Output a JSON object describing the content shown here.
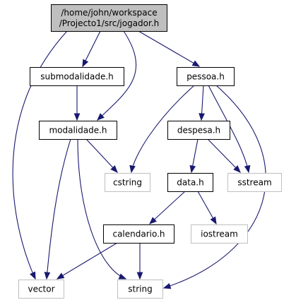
{
  "nodes": [
    {
      "id": "jogador",
      "lines": [
        "/home/john/workspace",
        "/Projecto1/src/jogador.h"
      ],
      "kind": "root",
      "fill": "#bfbfbf",
      "stroke": "#000000",
      "text": "#000000"
    },
    {
      "id": "submodalidade",
      "lines": [
        "submodalidade.h"
      ],
      "kind": "header",
      "fill": "#ffffff",
      "stroke": "#000000",
      "text": "#000000"
    },
    {
      "id": "pessoa",
      "lines": [
        "pessoa.h"
      ],
      "kind": "header",
      "fill": "#ffffff",
      "stroke": "#000000",
      "text": "#000000"
    },
    {
      "id": "modalidade",
      "lines": [
        "modalidade.h"
      ],
      "kind": "header",
      "fill": "#ffffff",
      "stroke": "#000000",
      "text": "#000000"
    },
    {
      "id": "despesa",
      "lines": [
        "despesa.h"
      ],
      "kind": "header",
      "fill": "#ffffff",
      "stroke": "#000000",
      "text": "#000000"
    },
    {
      "id": "cstring",
      "lines": [
        "cstring"
      ],
      "kind": "system",
      "fill": "#ffffff",
      "stroke": "#bfbfbf",
      "text": "#000000"
    },
    {
      "id": "data",
      "lines": [
        "data.h"
      ],
      "kind": "header",
      "fill": "#ffffff",
      "stroke": "#000000",
      "text": "#000000"
    },
    {
      "id": "sstream",
      "lines": [
        "sstream"
      ],
      "kind": "system",
      "fill": "#ffffff",
      "stroke": "#bfbfbf",
      "text": "#000000"
    },
    {
      "id": "calendario",
      "lines": [
        "calendario.h"
      ],
      "kind": "header",
      "fill": "#ffffff",
      "stroke": "#000000",
      "text": "#000000"
    },
    {
      "id": "iostream",
      "lines": [
        "iostream"
      ],
      "kind": "system",
      "fill": "#ffffff",
      "stroke": "#bfbfbf",
      "text": "#000000"
    },
    {
      "id": "vector",
      "lines": [
        "vector"
      ],
      "kind": "system",
      "fill": "#ffffff",
      "stroke": "#bfbfbf",
      "text": "#000000"
    },
    {
      "id": "string",
      "lines": [
        "string"
      ],
      "kind": "system",
      "fill": "#ffffff",
      "stroke": "#bfbfbf",
      "text": "#000000"
    }
  ],
  "edges": [
    {
      "from": "jogador",
      "to": "submodalidade"
    },
    {
      "from": "jogador",
      "to": "pessoa"
    },
    {
      "from": "jogador",
      "to": "modalidade"
    },
    {
      "from": "jogador",
      "to": "vector"
    },
    {
      "from": "submodalidade",
      "to": "modalidade"
    },
    {
      "from": "pessoa",
      "to": "cstring"
    },
    {
      "from": "pessoa",
      "to": "despesa"
    },
    {
      "from": "pessoa",
      "to": "sstream"
    },
    {
      "from": "pessoa",
      "to": "string"
    },
    {
      "from": "modalidade",
      "to": "cstring"
    },
    {
      "from": "modalidade",
      "to": "vector"
    },
    {
      "from": "modalidade",
      "to": "string"
    },
    {
      "from": "despesa",
      "to": "data"
    },
    {
      "from": "despesa",
      "to": "sstream"
    },
    {
      "from": "data",
      "to": "calendario"
    },
    {
      "from": "data",
      "to": "iostream"
    },
    {
      "from": "calendario",
      "to": "vector"
    },
    {
      "from": "calendario",
      "to": "string"
    }
  ],
  "colors": {
    "edge": "#191970"
  }
}
